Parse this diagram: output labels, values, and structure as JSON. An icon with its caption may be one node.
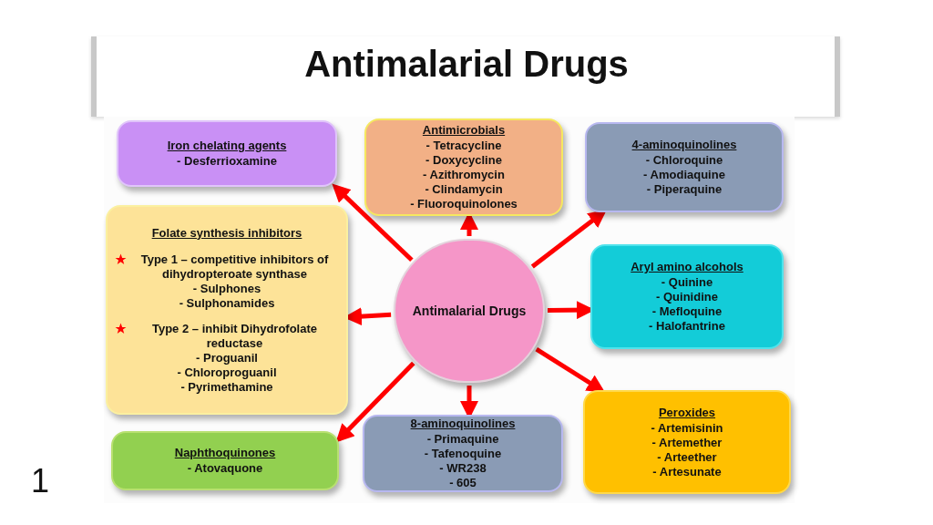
{
  "diagram": {
    "title": "Antimalarial Drugs",
    "nodes": [
      {
        "text": [
          "Iron chelating agents",
          "- Desferrioxamine"
        ]
      },
      {
        "text": [
          "Antimicrobials",
          "- Tetracycline",
          "- Doxycycline",
          "- Azithromycin",
          "- Clindamycin",
          "- Fluoroquinolones"
        ]
      },
      {
        "text": [
          "4-aminoquinolines",
          "- Chloroquine",
          "- Amodiaquine",
          "- Piperaquine"
        ]
      },
      {
        "text": [
          "Folate synthesis inhibitors",
          "Type 1 – competitive inhibitors of dihydropteroate synthase",
          "- Sulphones",
          "- Sulphonamides",
          "Type 2 – inhibit Dihydrofolate reductase",
          "- Proguanil",
          "- Chloroproguanil",
          "- Pyrimethamine"
        ]
      },
      {
        "text": [
          "Antimalarial Drugs"
        ]
      },
      {
        "text": [
          "Aryl amino alcohols",
          "- Quinine",
          "- Quinidine",
          "- Mefloquine",
          "- Halofantrine"
        ]
      },
      {
        "text": [
          "Naphthoquinones",
          "- Atovaquone"
        ]
      },
      {
        "text": [
          "8-aminoquinolines",
          "- Primaquine",
          "- Tafenoquine",
          "- WR238",
          "- 605"
        ]
      },
      {
        "text": [
          "Peroxides",
          "- Artemisinin",
          "- Artemether",
          "- Arteether",
          "- Artesunate"
        ]
      }
    ],
    "edges": [
      {
        "from": 4,
        "to": 0,
        "arrow": "to"
      },
      {
        "from": 4,
        "to": 1,
        "arrow": "to"
      },
      {
        "from": 4,
        "to": 2,
        "arrow": "to"
      },
      {
        "from": 4,
        "to": 3,
        "arrow": "to"
      },
      {
        "from": 4,
        "to": 5,
        "arrow": "to"
      },
      {
        "from": 4,
        "to": 6,
        "arrow": "to"
      },
      {
        "from": 4,
        "to": 7,
        "arrow": "to"
      },
      {
        "from": 4,
        "to": 8,
        "arrow": "to"
      }
    ],
    "labels": [
      "1"
    ]
  }
}
